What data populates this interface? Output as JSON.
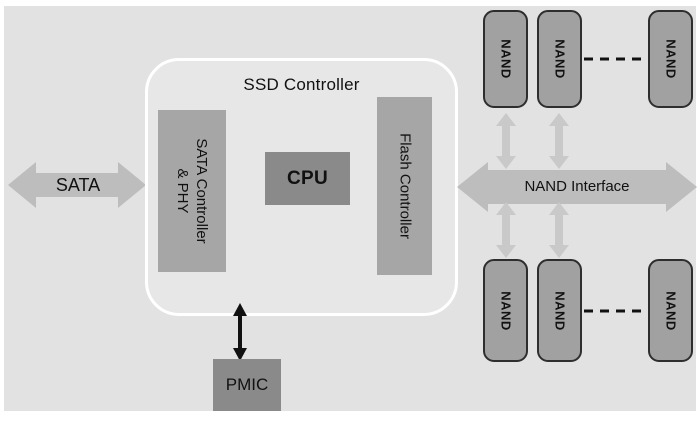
{
  "title": "SSD Controller",
  "blocks": {
    "sata_phy_line1": "SATA Controller",
    "sata_phy_line2": "& PHY",
    "cpu": "CPU",
    "flash": "Flash Controller",
    "pmic": "PMIC",
    "nand": "NAND"
  },
  "labels": {
    "sata": "SATA",
    "nand_interface": "NAND Interface"
  },
  "colors": {
    "field": "#e2e2e2",
    "ssd_fill": "#e7e7e7",
    "ssd_border": "#ffffff",
    "block_medium": "#a6a6a6",
    "block_dark": "#8a8a8a",
    "nand_fill": "#a1a1a1",
    "nand_border": "#2e2e2e",
    "bus_arrow": "#bdbdbd",
    "channel_arrow": "#c9c9c9",
    "black_arrow": "#111111",
    "text": "#111111"
  }
}
